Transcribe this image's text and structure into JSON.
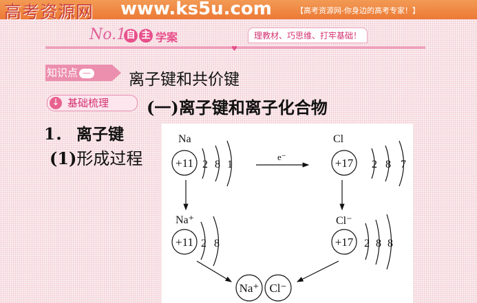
{
  "header": {
    "logo": "高考资源网",
    "site": "www.ks5u.com",
    "slogan": "【高考资源网-你身边的高考专家！】"
  },
  "banner": {
    "no": "No.1",
    "circle1": "自",
    "circle2": "主",
    "label": "学案",
    "motto": "理教材、巧思维、打牢基础！"
  },
  "section": {
    "tag": "知识点",
    "tag_num": "一",
    "title": "离子键和共价键"
  },
  "sub": {
    "tag": "基础梳理",
    "title": "(一)离子键和离子化合物"
  },
  "item1": "1．  离子键",
  "item1_1": {
    "num": "(1)",
    "text": "形成过程"
  },
  "diagram": {
    "na": {
      "label": "Na",
      "nucleus": "+11",
      "shells": [
        "2",
        "8",
        "1"
      ]
    },
    "cl": {
      "label": "Cl",
      "nucleus": "+17",
      "shells": [
        "2",
        "8",
        "7"
      ]
    },
    "electron": "e⁻",
    "na_ion": {
      "label": "Na⁺",
      "nucleus": "+11",
      "shells": [
        "2",
        "8"
      ]
    },
    "cl_ion": {
      "label": "Cl⁻",
      "nucleus": "+17",
      "shells": [
        "2",
        "8",
        "8"
      ]
    },
    "product": [
      "Na⁺",
      "Cl⁻"
    ]
  }
}
